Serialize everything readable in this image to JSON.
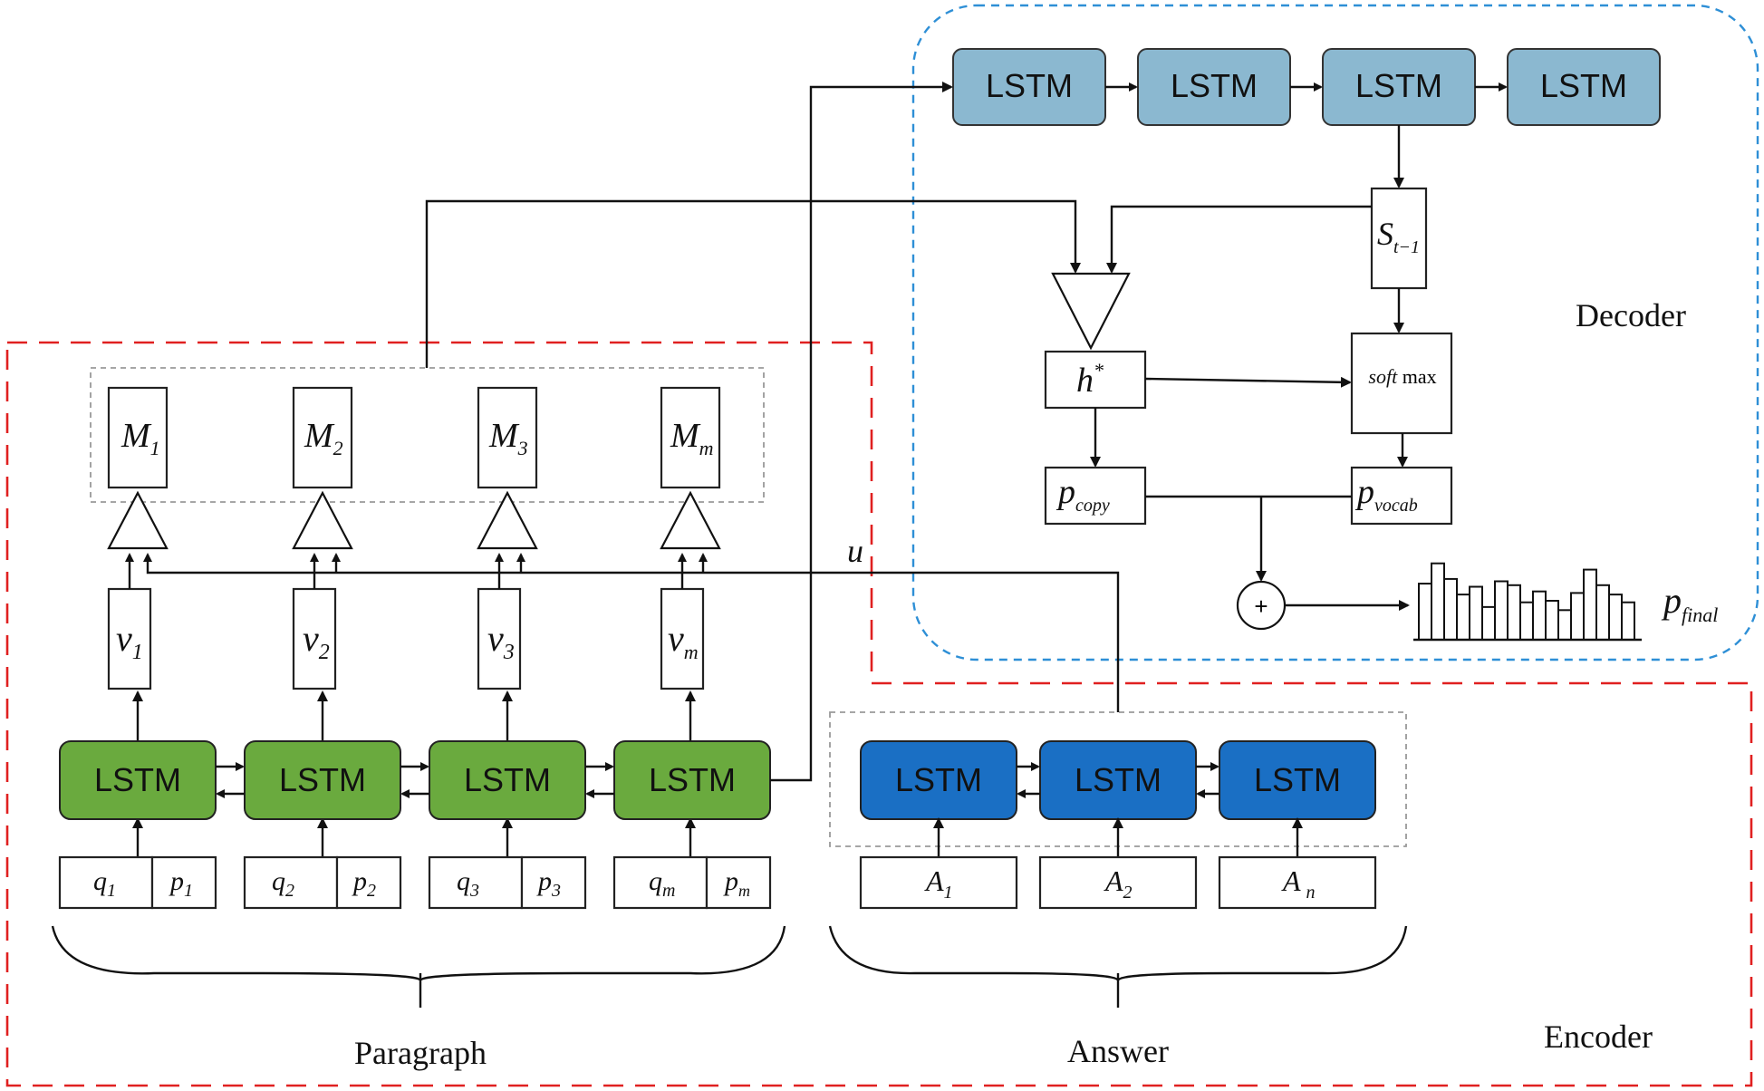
{
  "colors": {
    "paragraph_lstm": "#6aaa3e",
    "answer_lstm": "#1a6fc4",
    "decoder_lstm": "#8bb8d0",
    "encoder_border": "#e02020",
    "decoder_border": "#2e8fd6",
    "line": "#111111"
  },
  "labels": {
    "encoder": "Encoder",
    "decoder": "Decoder",
    "paragraph": "Paragraph",
    "answer": "Answer",
    "u": "u",
    "plus": "+"
  },
  "paragraph": {
    "memory": [
      {
        "base": "M",
        "sub": "1"
      },
      {
        "base": "M",
        "sub": "2"
      },
      {
        "base": "M",
        "sub": "3"
      },
      {
        "base": "M",
        "sub": "m"
      }
    ],
    "v": [
      {
        "base": "v",
        "sub": "1"
      },
      {
        "base": "v",
        "sub": "2"
      },
      {
        "base": "v",
        "sub": "3"
      },
      {
        "base": "v",
        "sub": "m"
      }
    ],
    "lstm_label": "LSTM",
    "inputs": [
      {
        "q": "q",
        "qsub": "1",
        "p": "p",
        "psub": "1"
      },
      {
        "q": "q",
        "qsub": "2",
        "p": "p",
        "psub": "2"
      },
      {
        "q": "q",
        "qsub": "3",
        "p": "p",
        "psub": "3"
      },
      {
        "q": "q",
        "qsub": "m",
        "p": "p",
        "psub": "m"
      }
    ]
  },
  "answer": {
    "lstm_label": "LSTM",
    "inputs": [
      {
        "base": "A",
        "sub": "1"
      },
      {
        "base": "A",
        "sub": "2"
      },
      {
        "base": "A",
        "sub": "n"
      }
    ]
  },
  "decoder": {
    "lstm_labels": [
      "LSTM",
      "LSTM",
      "LSTM",
      "LSTM"
    ],
    "state": {
      "base": "S",
      "sub": "t−1"
    },
    "h": {
      "base": "h",
      "sup": "*"
    },
    "softmax": {
      "italic": "soft",
      "plain": " max"
    },
    "p_copy": {
      "base": "p",
      "sub": "copy"
    },
    "p_vocab": {
      "base": "p",
      "sub": "vocab"
    },
    "p_final": {
      "base": "p",
      "sub": "final"
    },
    "histogram": [
      0.72,
      0.98,
      0.78,
      0.58,
      0.68,
      0.42,
      0.75,
      0.7,
      0.48,
      0.62,
      0.5,
      0.38,
      0.6,
      0.9,
      0.7,
      0.58,
      0.48
    ]
  }
}
